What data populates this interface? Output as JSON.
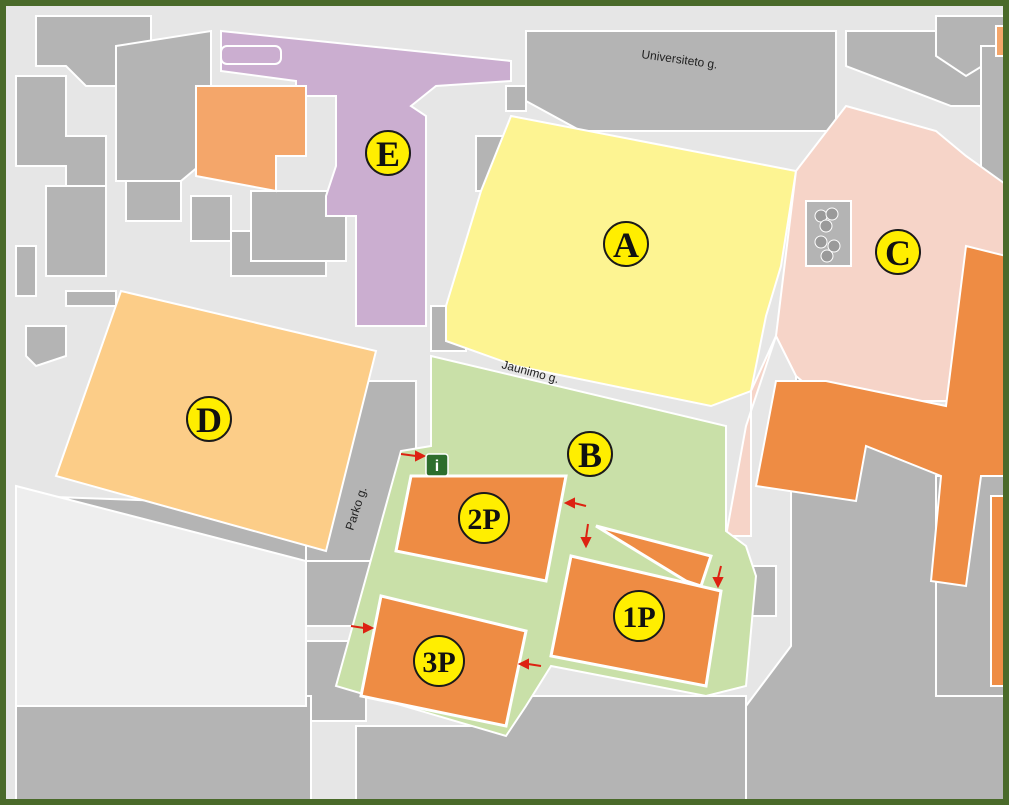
{
  "map": {
    "colors": {
      "frame": "#4a6a2a",
      "road": "#e6e6e6",
      "block": "#b4b4b4",
      "block_outline": "#ffffff",
      "zone_a": "#fdf492",
      "zone_b": "#c9e0a8",
      "zone_c": "#f6d4c8",
      "zone_d": "#fccd88",
      "zone_e": "#cbaed0",
      "building": "#ee8c44",
      "building_light": "#f4a66a",
      "marker_fill": "#ffee00",
      "marker_stroke": "#1a1a1a",
      "info_badge": "#2d6e2d",
      "arrow": "#dd2211"
    },
    "zones": [
      {
        "id": "A",
        "label": "A",
        "name": "zone-a"
      },
      {
        "id": "B",
        "label": "B",
        "name": "zone-b"
      },
      {
        "id": "C",
        "label": "C",
        "name": "zone-c"
      },
      {
        "id": "D",
        "label": "D",
        "name": "zone-d"
      },
      {
        "id": "E",
        "label": "E",
        "name": "zone-e"
      }
    ],
    "parking_buildings": [
      {
        "id": "1P",
        "label": "1P"
      },
      {
        "id": "2P",
        "label": "2P"
      },
      {
        "id": "3P",
        "label": "3P"
      }
    ],
    "streets": {
      "universiteto": "Universiteto g.",
      "jaunimo": "Jaunimo g.",
      "parko": "Parko g."
    },
    "info_icon": {
      "icon": "info-icon",
      "symbol": "i"
    }
  }
}
